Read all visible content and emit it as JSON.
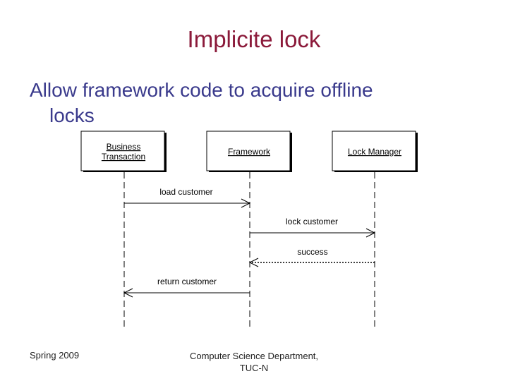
{
  "slide": {
    "title": "Implicite lock",
    "bullet_line1": "Allow framework code to acquire offline",
    "bullet_line2": "locks"
  },
  "diagram": {
    "participants": [
      {
        "line1": "Business",
        "line2": "Transaction"
      },
      {
        "line1": "Framework",
        "line2": ""
      },
      {
        "line1": "Lock Manager",
        "line2": ""
      }
    ],
    "messages": [
      {
        "label": "load customer",
        "from": 0,
        "to": 1,
        "kind": "call"
      },
      {
        "label": "lock customer",
        "from": 1,
        "to": 2,
        "kind": "call"
      },
      {
        "label": "success",
        "from": 2,
        "to": 1,
        "kind": "return"
      },
      {
        "label": "return customer",
        "from": 1,
        "to": 0,
        "kind": "call"
      }
    ]
  },
  "footer": {
    "left": "Spring 2009",
    "center_line1": "Computer Science Department,",
    "center_line2": "TUC-N"
  }
}
